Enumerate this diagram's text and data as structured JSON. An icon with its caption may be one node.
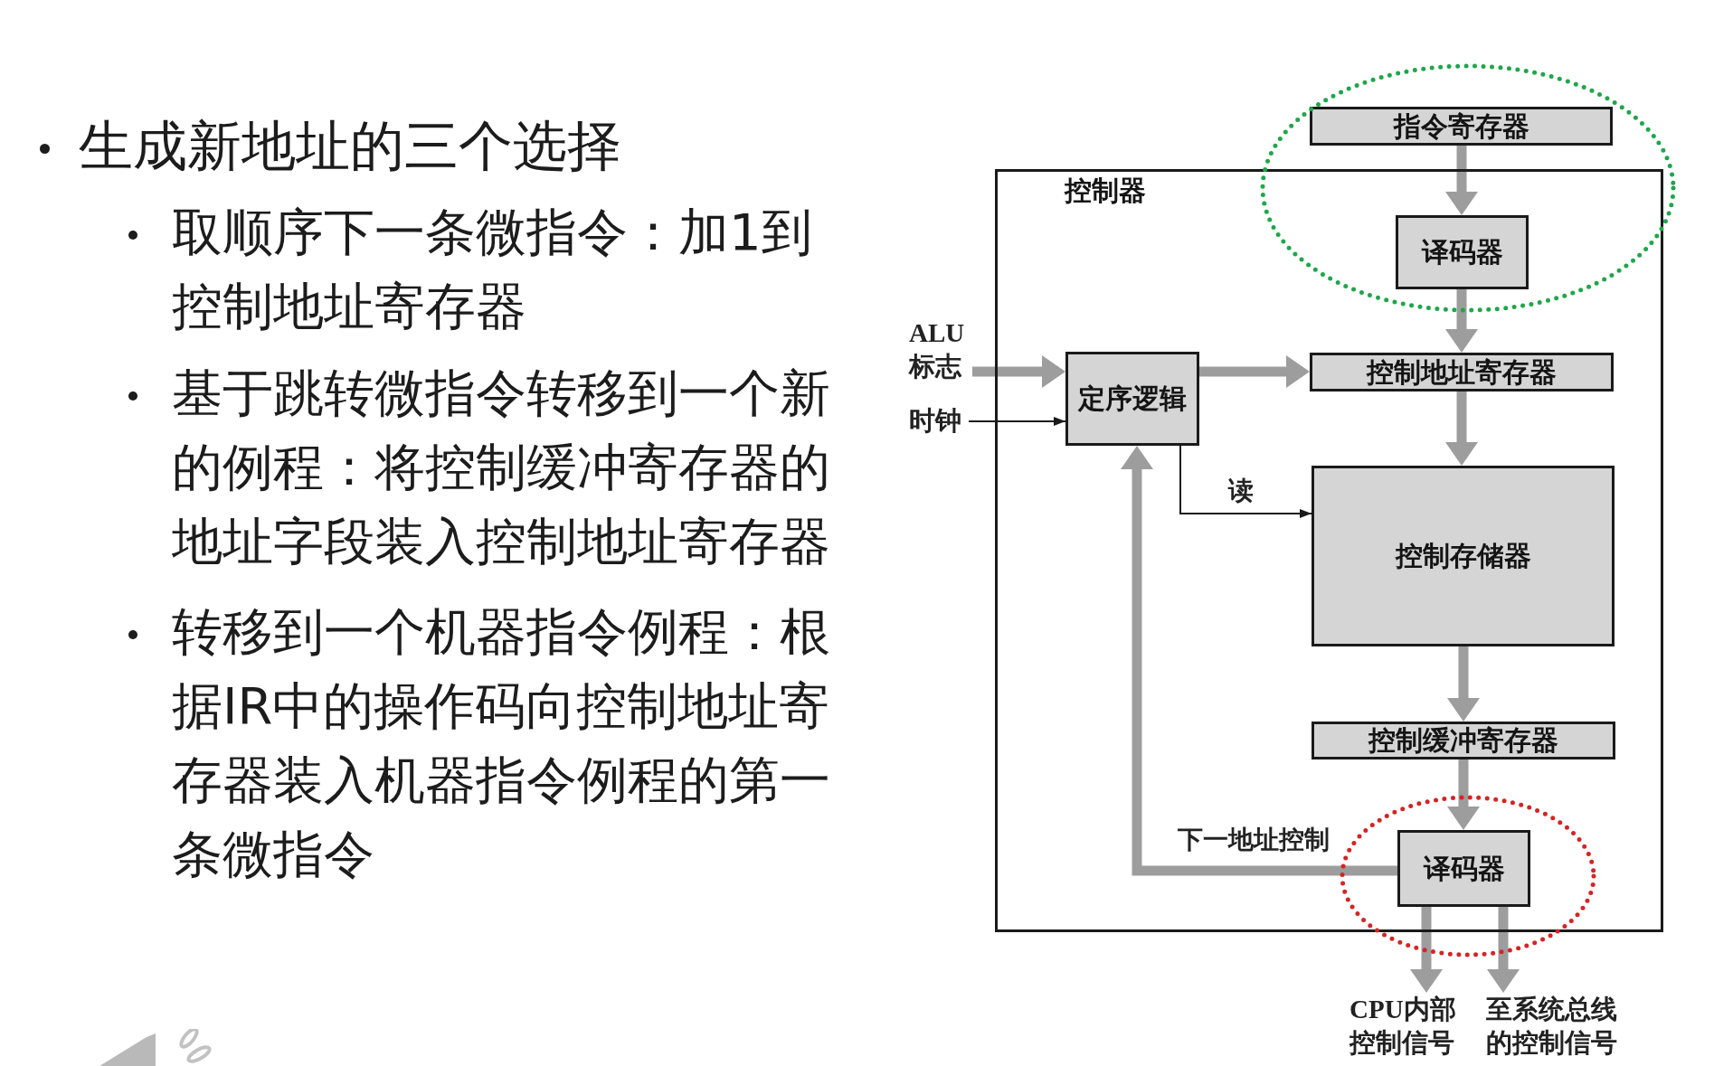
{
  "diagram": {
    "nodes": [
      {
        "text": [
          "指令寄存器"
        ]
      },
      {
        "text": [
          "控制器"
        ]
      },
      {
        "text": [
          "译码器"
        ],
        "in": 1
      },
      {
        "text": [
          "ALU标志"
        ]
      },
      {
        "text": [
          "时钟"
        ]
      },
      {
        "text": [
          "定序逻辑"
        ],
        "in": 1
      },
      {
        "text": [
          "控制地址寄存器"
        ],
        "in": 1
      },
      {
        "text": [
          "控制存储器"
        ],
        "in": 1
      },
      {
        "text": [
          "控制缓冲寄存器"
        ],
        "in": 1
      },
      {
        "text": [
          "译码器"
        ],
        "in": 1
      },
      {
        "text": [
          "CPU内部控制信号"
        ]
      },
      {
        "text": [
          "至系统总线的控制信号"
        ]
      }
    ],
    "edges": [
      {
        "from": 0,
        "to": 2,
        "arrow": "to"
      },
      {
        "from": 2,
        "to": 6,
        "arrow": "to"
      },
      {
        "from": 3,
        "to": 5,
        "arrow": "to"
      },
      {
        "from": 4,
        "to": 5,
        "arrow": "to",
        "color": "#1a1a1a"
      },
      {
        "from": 5,
        "to": 6,
        "arrow": "to"
      },
      {
        "from": 6,
        "to": 7,
        "arrow": "to"
      },
      {
        "from": 5,
        "to": 7,
        "arrow": "to",
        "label": "读",
        "color": "#1a1a1a"
      },
      {
        "from": 7,
        "to": 8,
        "arrow": "to"
      },
      {
        "from": 8,
        "to": 9,
        "arrow": "to"
      },
      {
        "from": 9,
        "to": 5,
        "arrow": "to",
        "label": "下一地址控制"
      },
      {
        "from": 9,
        "to": 10,
        "arrow": "to"
      },
      {
        "from": 9,
        "to": 11,
        "arrow": "to"
      }
    ],
    "labels": [
      "生成新地址的三个选择",
      "取顺序下一条微指令：加1到控制地址寄存器",
      "基于跳转微指令转移到一个新的例程：将控制缓冲寄存器的地址字段装入控制地址寄存器",
      "转移到一个机器指令例程：根据IR中的操作码向控制地址寄存器装入机器指令例程的第一条微指令"
    ]
  }
}
